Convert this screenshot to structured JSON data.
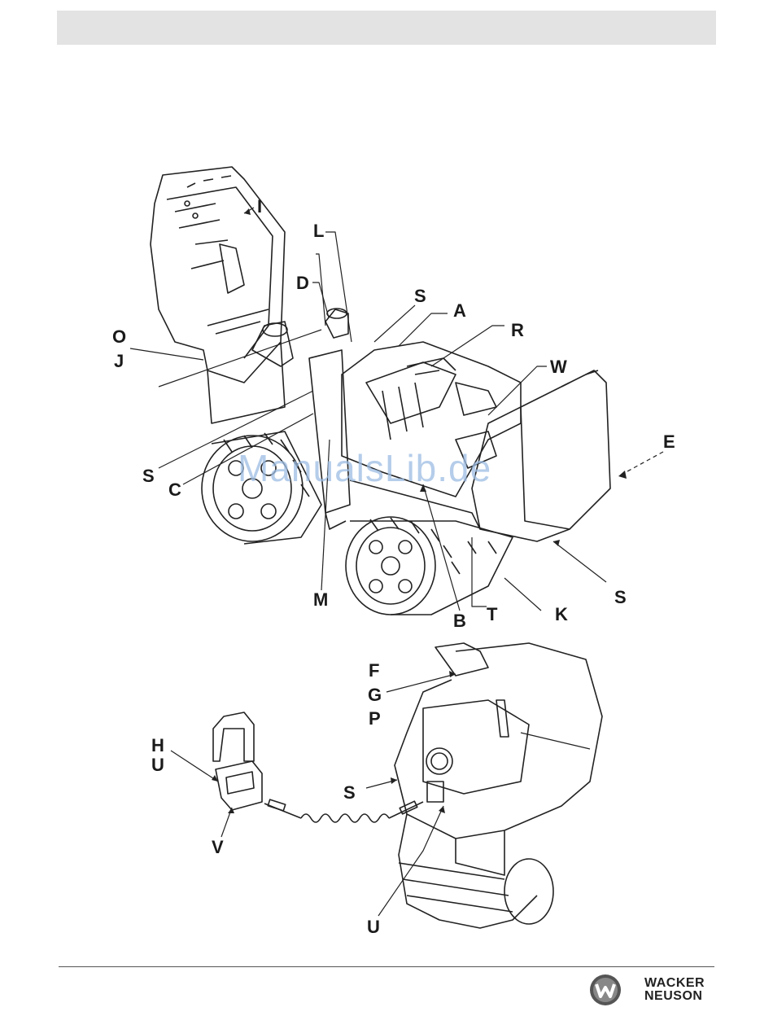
{
  "callouts": {
    "I": "I",
    "L": "L",
    "D": "D",
    "S_top": "S",
    "A": "A",
    "R": "R",
    "O": "O",
    "J": "J",
    "W": "W",
    "E": "E",
    "S_left": "S",
    "C": "C",
    "M": "M",
    "B": "B",
    "T": "T",
    "K": "K",
    "S_right": "S",
    "F": "F",
    "G": "G",
    "P": "P",
    "H": "H",
    "U_top": "U",
    "S_bottom": "S",
    "V": "V",
    "U_bottom": "U"
  },
  "watermark": "ManualsLib.de",
  "brand": {
    "line1": "WACKER",
    "line2": "NEUSON",
    "logo_icon": "wacker-neuson-w-logo-icon",
    "color": "#333333"
  },
  "colors": {
    "header_bar": "#e3e3e3",
    "line": "#222222",
    "watermark": "#9dbde3"
  }
}
